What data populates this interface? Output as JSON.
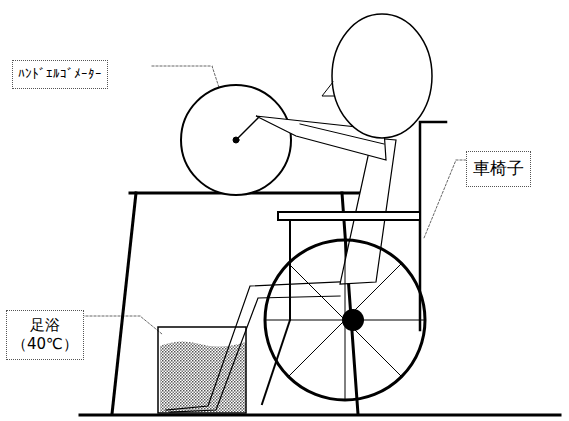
{
  "diagram": {
    "nodes": [
      {
        "text": [
          "ﾊﾝﾄﾞｴﾙｺﾞﾒｰﾀｰ"
        ]
      },
      {
        "text": [
          "車椅子"
        ]
      },
      {
        "text": [
          "足浴 （40℃）"
        ]
      }
    ]
  }
}
